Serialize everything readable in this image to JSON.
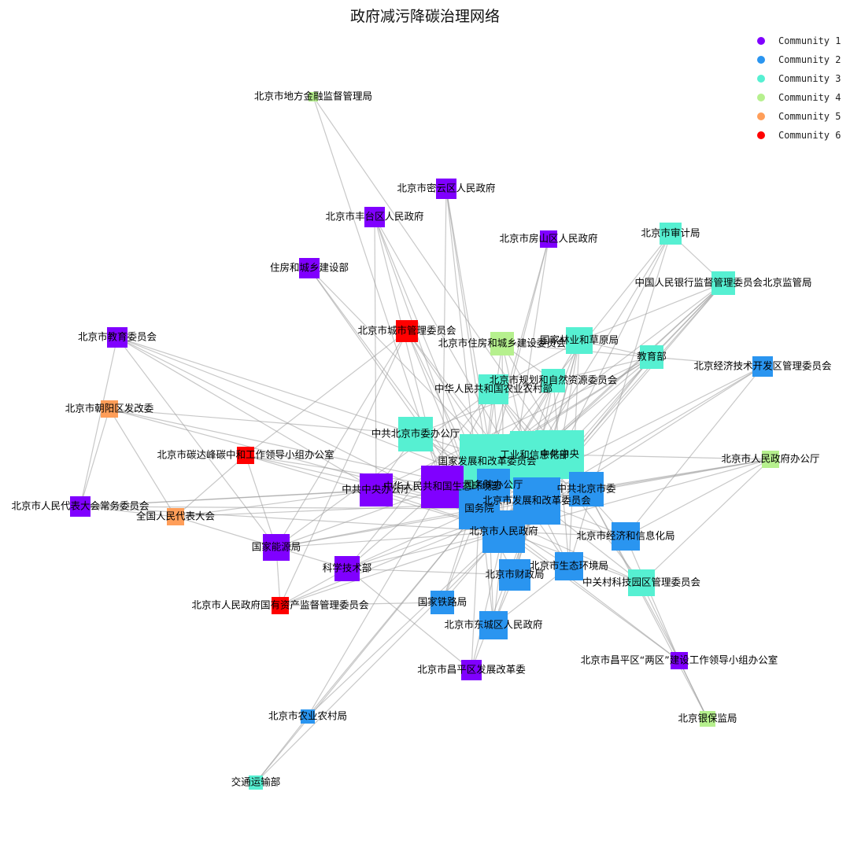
{
  "title": "政府减污降碳治理网络",
  "legend": [
    {
      "label": "Community 1",
      "color": "#8000ff"
    },
    {
      "label": "Community 2",
      "color": "#2a95f0"
    },
    {
      "label": "Community 3",
      "color": "#56f0d2"
    },
    {
      "label": "Community 4",
      "color": "#b6f08e"
    },
    {
      "label": "Community 5",
      "color": "#ff9e59"
    },
    {
      "label": "Community 6",
      "color": "#ff0000"
    }
  ],
  "nodes": [
    {
      "id": "jinrong",
      "label": "北京市地方金融监督管理局",
      "community": 4
    },
    {
      "id": "miyun",
      "label": "北京市密云区人民政府",
      "community": 1
    },
    {
      "id": "fengtai",
      "label": "北京市丰台区人民政府",
      "community": 1
    },
    {
      "id": "fangshan",
      "label": "北京市房山区人民政府",
      "community": 1
    },
    {
      "id": "shenji",
      "label": "北京市审计局",
      "community": 3
    },
    {
      "id": "zhujianbu",
      "label": "住房和城乡建设部",
      "community": 1
    },
    {
      "id": "renmin_yh",
      "label": "中国人民银行监督管理委员会北京监管局",
      "community": 3
    },
    {
      "id": "chengguan",
      "label": "北京市城市管理委员会",
      "community": 6
    },
    {
      "id": "jiaowei",
      "label": "北京市教育委员会",
      "community": 1
    },
    {
      "id": "zhujianwei",
      "label": "北京市住房和城乡建设委员会",
      "community": 4
    },
    {
      "id": "linye",
      "label": "国家林业和草原局",
      "community": 3
    },
    {
      "id": "jiaoyubu",
      "label": "教育部",
      "community": 3
    },
    {
      "id": "jingkai",
      "label": "北京经济技术开发区管理委员会",
      "community": 2
    },
    {
      "id": "guihua",
      "label": "北京市规划和自然资源委员会",
      "community": 3
    },
    {
      "id": "nongye",
      "label": "中华人民共和国农业农村部",
      "community": 3
    },
    {
      "id": "chaoyang",
      "label": "北京市朝阳区发改委",
      "community": 5
    },
    {
      "id": "shiwei_ban",
      "label": "中共北京市委办公厅",
      "community": 3
    },
    {
      "id": "tanda",
      "label": "北京市碳达峰碳中和工作领导小组办公室",
      "community": 6
    },
    {
      "id": "gongxin",
      "label": "工业和信息化部",
      "community": 3
    },
    {
      "id": "zhongyang",
      "label": "中共中央",
      "community": 3
    },
    {
      "id": "fagaiwei",
      "label": "国家发展和改革委员会",
      "community": 3
    },
    {
      "id": "shi_zf_ban",
      "label": "北京市人民政府办公厅",
      "community": 4
    },
    {
      "id": "renda_ch",
      "label": "北京市人民代表大会常务委员会",
      "community": 1
    },
    {
      "id": "quanguo_rd",
      "label": "全国人民代表大会",
      "community": 5
    },
    {
      "id": "zhongban",
      "label": "中共中央办公厅",
      "community": 1
    },
    {
      "id": "shengtai_bu",
      "label": "中华人民共和国生态环境部",
      "community": 1
    },
    {
      "id": "guoban",
      "label": "国务院办公厅",
      "community": 2
    },
    {
      "id": "shiwei",
      "label": "中共北京市委",
      "community": 2
    },
    {
      "id": "shi_fgw",
      "label": "北京市发展和改革委员会",
      "community": 2
    },
    {
      "id": "guowuyuan",
      "label": "国务院",
      "community": 2
    },
    {
      "id": "shi_zf",
      "label": "北京市人民政府",
      "community": 2
    },
    {
      "id": "jingxin",
      "label": "北京市经济和信息化局",
      "community": 2
    },
    {
      "id": "nengyuan",
      "label": "国家能源局",
      "community": 1
    },
    {
      "id": "kejibu",
      "label": "科学技术部",
      "community": 1
    },
    {
      "id": "caizheng",
      "label": "北京市财政局",
      "community": 2
    },
    {
      "id": "shengtai_ju",
      "label": "北京市生态环境局",
      "community": 2
    },
    {
      "id": "zhongguancun",
      "label": "中关村科技园区管理委员会",
      "community": 3
    },
    {
      "id": "guozi",
      "label": "北京市人民政府国有资产监督管理委员会",
      "community": 6
    },
    {
      "id": "tielu",
      "label": "国家铁路局",
      "community": 2
    },
    {
      "id": "dongcheng",
      "label": "北京市东城区人民政府",
      "community": 2
    },
    {
      "id": "changping_fg",
      "label": "北京市昌平区发展改革委",
      "community": 1
    },
    {
      "id": "changping_lq",
      "label": "北京市昌平区“两区”建设工作领导小组办公室",
      "community": 1
    },
    {
      "id": "shi_nongye",
      "label": "北京市农业农村局",
      "community": 2
    },
    {
      "id": "yinbao",
      "label": "北京银保监局",
      "community": 4
    },
    {
      "id": "jiaotong",
      "label": "交通运输部",
      "community": 3
    }
  ]
}
